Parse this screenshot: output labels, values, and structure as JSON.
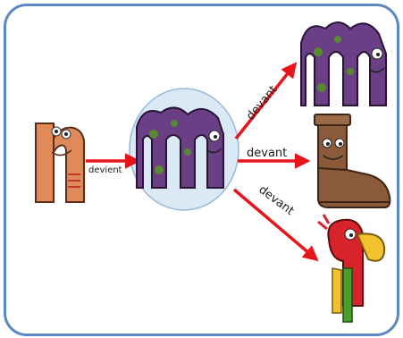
{
  "labels": {
    "source_arrow": "devient",
    "arrow_top": "devant",
    "arrow_middle": "devant",
    "arrow_bottom": "devant"
  },
  "colors": {
    "frame_border": "#5b87c3",
    "center_circle_fill": "#d9e9f6",
    "arrow": "#e8141c",
    "monster_purple": "#6b3f86",
    "monster_spots": "#5a8a2f",
    "n_letter_orange": "#e08a5a",
    "boot_brown": "#8a5a3a",
    "parrot_red": "#d9232a",
    "parrot_green": "#4aa02c",
    "parrot_yellow": "#f2c12e"
  },
  "icons": {
    "source_letter": "letter-n-monster-icon",
    "center_letter": "letter-m-monster-icon",
    "result_top": "letter-m-monster-icon",
    "result_middle": "boot-character-icon",
    "result_bottom": "parrot-character-icon"
  }
}
